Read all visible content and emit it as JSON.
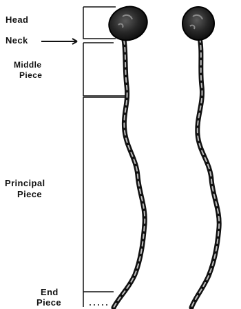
{
  "labels": {
    "head": "Head",
    "neck": "Neck",
    "middle_piece_line1": "Middle",
    "middle_piece_line2": "Piece",
    "principal_piece_line1": "Principal",
    "principal_piece_line2": "Piece",
    "end_piece_line1": "End",
    "end_piece_line2": "Piece"
  },
  "colors": {
    "ink": "#111111",
    "background": "#ffffff"
  }
}
